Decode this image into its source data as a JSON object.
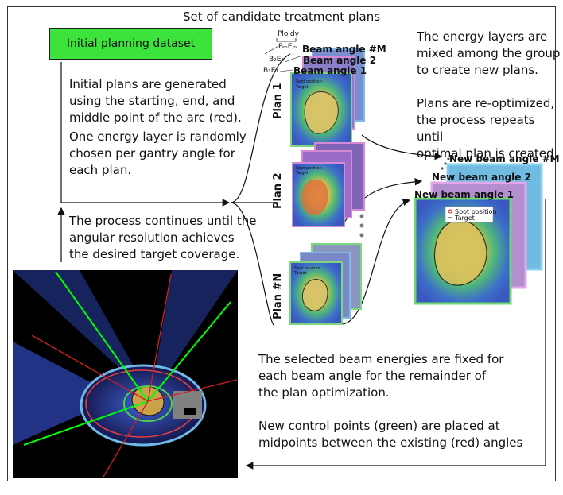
{
  "title": "Set of candidate treatment plans",
  "initial_box": "Initial planning dataset",
  "left_text": {
    "p1": [
      "Initial plans are generated",
      "using  the starting, end, and",
      "middle point of the arc (red)."
    ],
    "p2": [
      "One energy layer is randomly",
      "chosen per gantry angle for",
      "each plan."
    ],
    "p3": [
      "The process continues until the",
      "angular resolution achieves",
      "the desired target coverage."
    ]
  },
  "right_text": {
    "p1": [
      "The energy layers are",
      "mixed among the group",
      "to create new plans."
    ],
    "p2": [
      "Plans are re-optimized,",
      "the process repeats until",
      "optimal plan is created."
    ]
  },
  "bottom_text": {
    "p1": [
      "The selected beam energies are fixed for",
      "each beam angle for the remainder of",
      "the plan optimization."
    ],
    "p2": [
      "New control points (green) are placed at",
      "midpoints between the existing (red) angles"
    ]
  },
  "ploidy": {
    "label": "Ploidy",
    "b_m": "BₘEₘ",
    "b2": "B₂E₁",
    "b1": "B₁E₁"
  },
  "plans": [
    "Plan 1",
    "Plan 2",
    "Plan #N"
  ],
  "beam_labels": [
    "Beam angle #M",
    "Beam angle 2",
    "Beam angle 1"
  ],
  "new_beam_labels": [
    "New beam angle #M",
    "New beam angle 2",
    "New beam angle 1"
  ],
  "legend": {
    "spot": "Spot position",
    "target": "Target"
  },
  "colors": {
    "initial_box": "#3be33b",
    "frame_green": "#7dd87d",
    "frame_magenta": "#d68ad6",
    "frame_blue": "#7fb8e8",
    "beam_green": "#00ff00",
    "beam_red": "#d02020"
  }
}
